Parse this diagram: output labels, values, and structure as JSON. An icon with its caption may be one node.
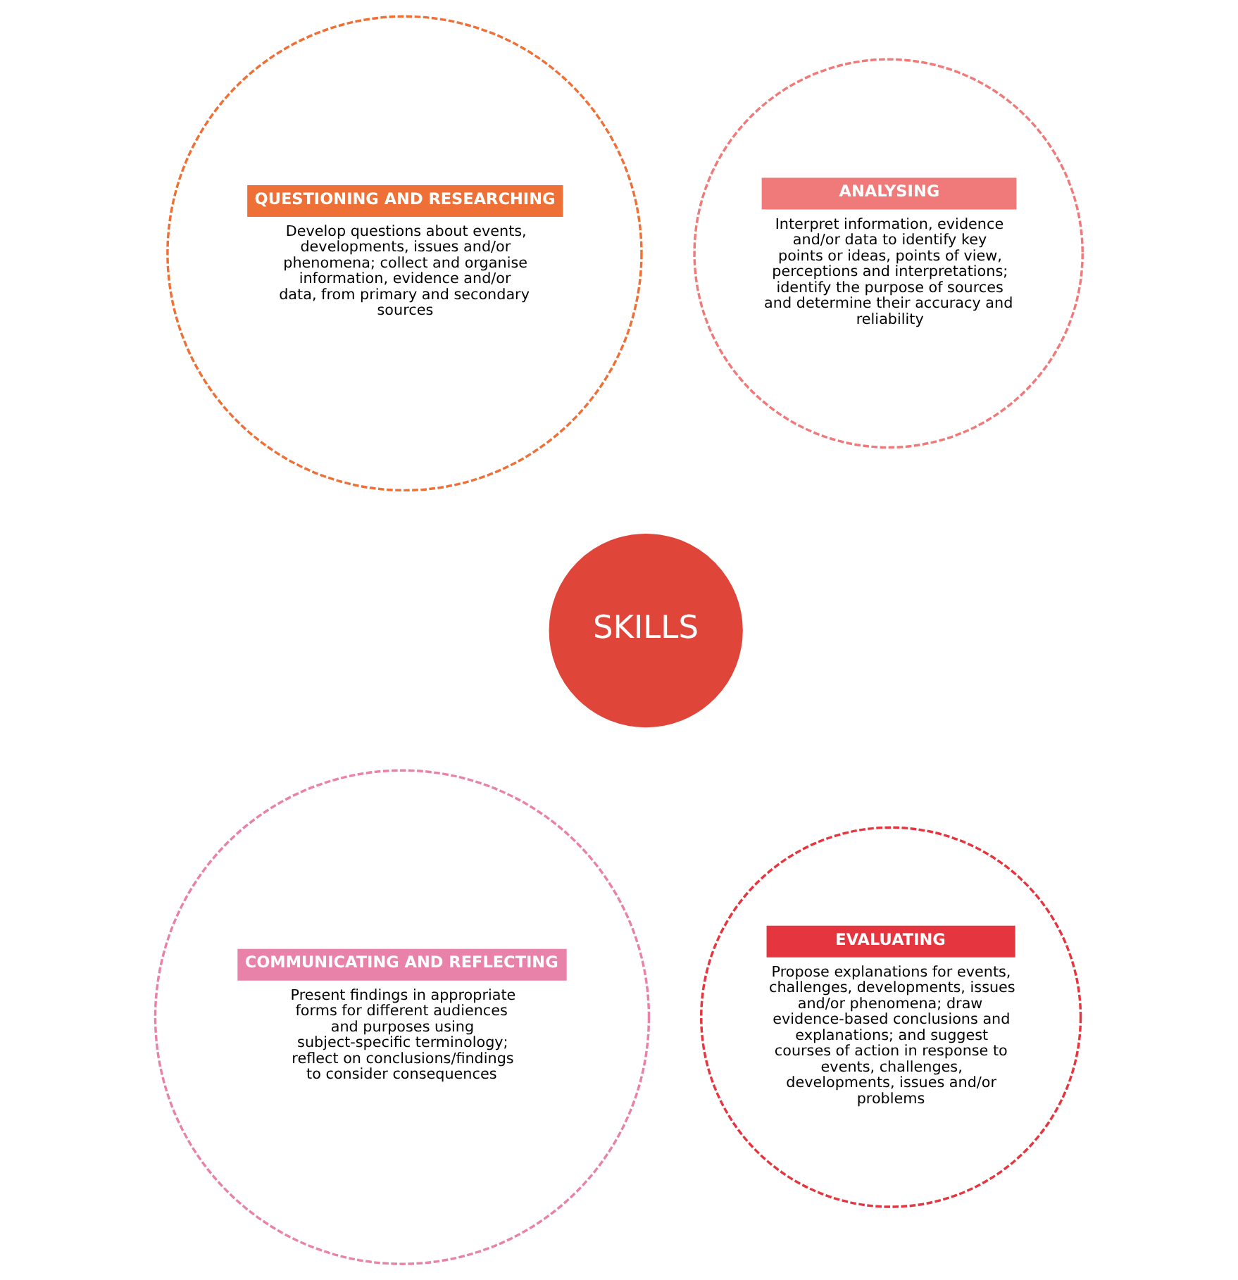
{
  "diagram": {
    "nodes": [
      {
        "text": [
          "QUESTIONING AND RESEARCHING",
          "Develop questions about events, developments, issues and/or phenomena; collect and organise information, evidence and/or data, from primary and secondary sources"
        ]
      },
      {
        "text": [
          "ANALYSING",
          "Interpret information, evidence and/or data to identify key points or ideas, points of view, perceptions and interpretations; identify the purpose of sources and determine their accuracy and reliability"
        ]
      },
      {
        "text": [
          "SKILLS"
        ]
      },
      {
        "text": [
          "COMMUNICATING AND REFLECTING",
          "Present findings in appropriate forms for different audiences and purposes using subject-specific terminology; reflect on conclusions/findings to consider consequences"
        ]
      },
      {
        "text": [
          "EVALUATING",
          "Propose explanations for events, challenges, developments, issues and/or phenomena; draw evidence-based conclusions and explanations; and suggest courses of action in response to events, challenges, developments, issues and/or problems"
        ]
      }
    ]
  }
}
